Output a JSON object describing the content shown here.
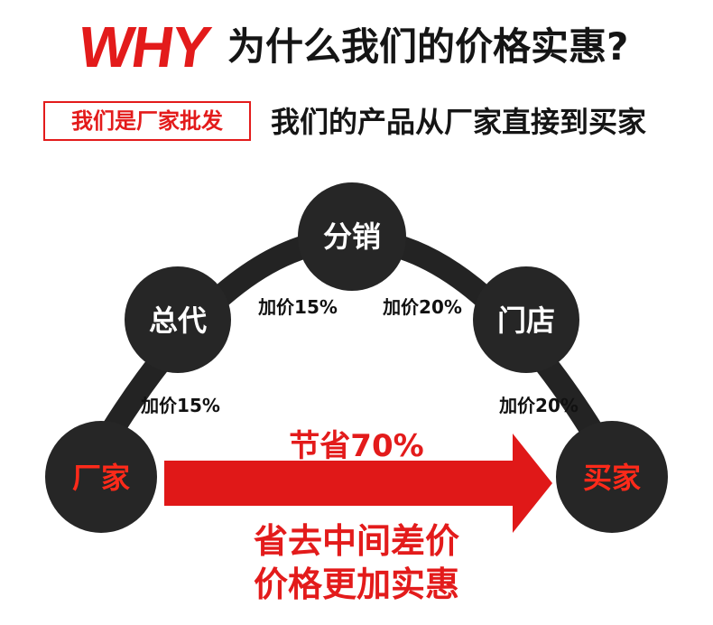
{
  "header": {
    "why": "WHY",
    "headline": "为什么我们的价格实惠?",
    "badge": "我们是厂家批发",
    "subline": "我们的产品从厂家直接到买家"
  },
  "colors": {
    "accent": "#e31b1b",
    "node": "#262626",
    "arc": "#222222"
  },
  "diagram": {
    "nodes": {
      "factory": "厂家",
      "general_agent": "总代",
      "distribution": "分销",
      "store": "门店",
      "buyer": "买家"
    },
    "markups": {
      "factory_to_general": "加价15%",
      "general_to_distribution": "加价15%",
      "distribution_to_store": "加价20%",
      "store_to_buyer": "加价20%"
    },
    "arrow_label": "节省70%",
    "conclusion_line1": "省去中间差价",
    "conclusion_line2": "价格更加实惠"
  }
}
